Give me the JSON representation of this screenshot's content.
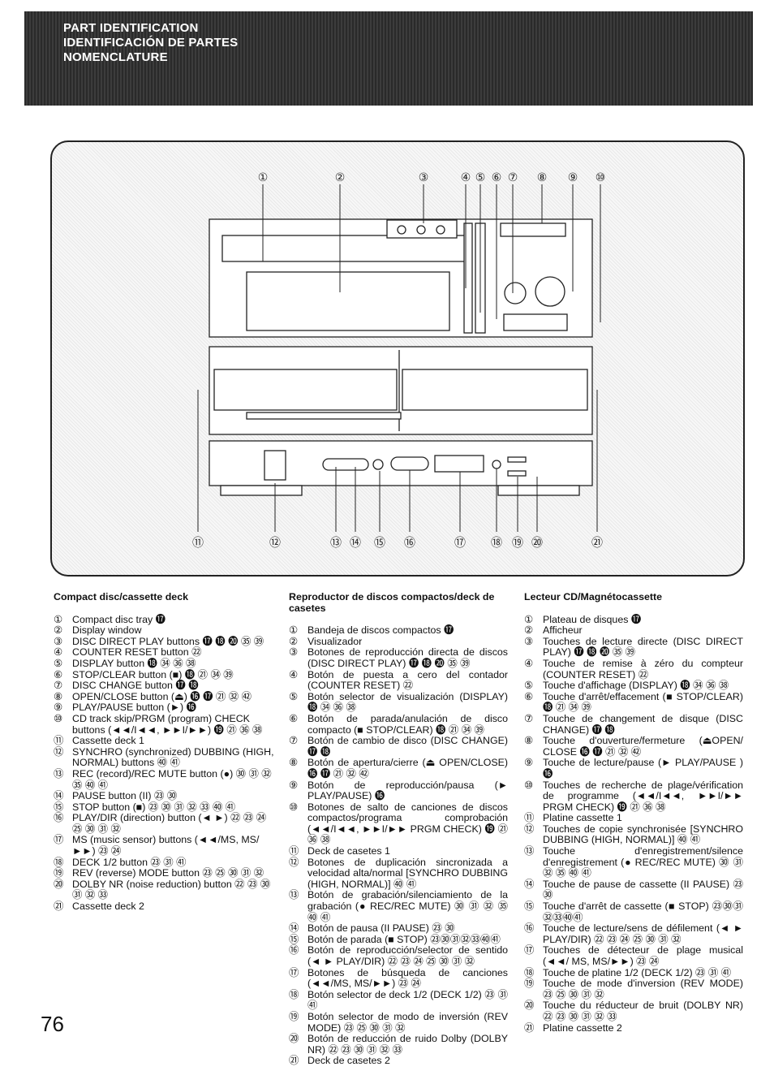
{
  "header": {
    "line1": "PART IDENTIFICATION",
    "line2": "IDENTIFICACIÓN DE PARTES",
    "line3": "NOMENCLATURE"
  },
  "figure": {
    "callouts_top": [
      "①",
      "②",
      "③",
      "④",
      "⑤",
      "⑥",
      "⑦",
      "⑧",
      "⑨",
      "⑩"
    ],
    "callouts_bottom": [
      "⑪",
      "⑫",
      "⑬",
      "⑭",
      "⑮",
      "⑯",
      "⑰",
      "⑱",
      "⑲",
      "⑳",
      "㉑"
    ]
  },
  "english": {
    "heading": "Compact disc/cassette deck",
    "items": [
      {
        "n": "①",
        "t": "Compact disc tray ⓱"
      },
      {
        "n": "②",
        "t": "Display window"
      },
      {
        "n": "③",
        "t": "DISC DIRECT PLAY buttons ⓱ ⓲ ⓴ ㉟ ㊴"
      },
      {
        "n": "④",
        "t": "COUNTER RESET button ㉒"
      },
      {
        "n": "⑤",
        "t": "DISPLAY button ⓲ ㉞ ㊱ ㊳"
      },
      {
        "n": "⑥",
        "t": "STOP/CLEAR button (■) ⓲ ㉑ ㉞ ㊴"
      },
      {
        "n": "⑦",
        "t": "DISC CHANGE button ⓱ ⓲"
      },
      {
        "n": "⑧",
        "t": "OPEN/CLOSE button (⏏) ⓰ ⓱ ㉑ ㉜ ㊷"
      },
      {
        "n": "⑨",
        "t": "PLAY/PAUSE button (►) ⓰"
      },
      {
        "n": "⑩",
        "t": "CD track skip/PRGM (program) CHECK buttons (◄◄/I◄◄, ►►I/►►) ⓳ ㉑ ㊱ ㊳"
      },
      {
        "n": "⑪",
        "t": "Cassette deck 1"
      },
      {
        "n": "⑫",
        "t": "SYNCHRO (synchronized) DUBBING (HIGH, NORMAL) buttons ㊵ ㊶"
      },
      {
        "n": "⑬",
        "t": "REC (record)/REC MUTE button (●) ㉚ ㉛ ㉜ ㉟ ㊵ ㊶"
      },
      {
        "n": "⑭",
        "t": "PAUSE button (II) ㉓ ㉚"
      },
      {
        "n": "⑮",
        "t": "STOP button (■) ㉓ ㉚ ㉛ ㉜ ㉝ ㊵ ㊶"
      },
      {
        "n": "⑯",
        "t": "PLAY/DIR (direction) button (◄ ►) ㉒ ㉓ ㉔ ㉕ ㉚ ㉛ ㉜"
      },
      {
        "n": "⑰",
        "t": "MS (music sensor) buttons (◄◄/MS, MS/►►) ㉓ ㉔"
      },
      {
        "n": "⑱",
        "t": "DECK 1/2 button ㉓ ㉛ ㊶"
      },
      {
        "n": "⑲",
        "t": "REV (reverse) MODE button ㉓ ㉕ ㉚ ㉛ ㉜"
      },
      {
        "n": "⑳",
        "t": "DOLBY NR (noise reduction) button ㉒ ㉓ ㉚ ㉛ ㉜ ㉝"
      },
      {
        "n": "㉑",
        "t": "Cassette deck 2"
      }
    ]
  },
  "spanish": {
    "heading": "Reproductor de discos compactos/deck de casetes",
    "items": [
      {
        "n": "①",
        "t": "Bandeja de discos compactos ⓱"
      },
      {
        "n": "②",
        "t": "Visualizador"
      },
      {
        "n": "③",
        "t": "Botones de reproducción directa de discos (DISC DIRECT PLAY) ⓱ ⓲ ⓴ ㉟ ㊴"
      },
      {
        "n": "④",
        "t": "Botón de puesta a cero del contador (COUNTER RESET) ㉒"
      },
      {
        "n": "⑤",
        "t": "Botón selector de visualización (DISPLAY) ⓲ ㉞ ㊱ ㊳"
      },
      {
        "n": "⑥",
        "t": "Botón de parada/anulación de disco compacto (■ STOP/CLEAR) ⓲ ㉑ ㉞ ㊴"
      },
      {
        "n": "⑦",
        "t": "Botón de cambio de disco (DISC CHANGE) ⓱ ⓲"
      },
      {
        "n": "⑧",
        "t": "Botón de apertura/cierre (⏏ OPEN/CLOSE) ⓰ ⓱ ㉑ ㉜ ㊷"
      },
      {
        "n": "⑨",
        "t": "Botón de reproducción/pausa (► PLAY/PAUSE) ⓰"
      },
      {
        "n": "⑩",
        "t": "Botones de salto de canciones de discos compactos/programa comprobación (◄◄/I◄◄, ►►I/►► PRGM CHECK) ⓳ ㉑ ㊱ ㊳"
      },
      {
        "n": "⑪",
        "t": "Deck de casetes 1"
      },
      {
        "n": "⑫",
        "t": "Botones de duplicación sincronizada a velocidad alta/normal [SYNCHRO DUBBING (HIGH, NORMAL)] ㊵ ㊶"
      },
      {
        "n": "⑬",
        "t": "Botón de grabación/silenciamiento de la grabación (● REC/REC MUTE) ㉚ ㉛ ㉜ ㉟ ㊵ ㊶"
      },
      {
        "n": "⑭",
        "t": "Botón de pausa (II PAUSE) ㉓ ㉚"
      },
      {
        "n": "⑮",
        "t": "Botón de parada (■ STOP) ㉓㉚㉛㉜㉝㊵㊶"
      },
      {
        "n": "⑯",
        "t": "Botón de reproducción/selector de sentido (◄ ► PLAY/DIR) ㉒ ㉓ ㉔ ㉕ ㉚ ㉛ ㉜"
      },
      {
        "n": "⑰",
        "t": "Botones de búsqueda de canciones (◄◄/MS, MS/►►) ㉓ ㉔"
      },
      {
        "n": "⑱",
        "t": "Botón selector de deck 1/2 (DECK 1/2) ㉓ ㉛ ㊶"
      },
      {
        "n": "⑲",
        "t": "Botón selector de modo de inversión (REV MODE) ㉓ ㉕ ㉚ ㉛ ㉜"
      },
      {
        "n": "⑳",
        "t": "Botón de reducción de ruido Dolby (DOLBY NR) ㉒ ㉓ ㉚ ㉛ ㉜ ㉝"
      },
      {
        "n": "㉑",
        "t": "Deck de casetes 2"
      }
    ]
  },
  "french": {
    "heading": "Lecteur CD/Magnétocassette",
    "items": [
      {
        "n": "①",
        "t": "Plateau de disques ⓱"
      },
      {
        "n": "②",
        "t": "Afficheur"
      },
      {
        "n": "③",
        "t": "Touches de lecture directe (DISC DIRECT PLAY) ⓱ ⓲ ⓴ ㉟ ㊴"
      },
      {
        "n": "④",
        "t": "Touche de remise à zéro du compteur (COUNTER RESET) ㉒"
      },
      {
        "n": "⑤",
        "t": "Touche d'affichage (DISPLAY) ⓲ ㉞ ㊱ ㊳"
      },
      {
        "n": "⑥",
        "t": "Touche d'arrêt/effacement (■ STOP/CLEAR) ⓲ ㉑ ㉞ ㊴"
      },
      {
        "n": "⑦",
        "t": "Touche de changement de disque (DISC CHANGE) ⓱ ⓲"
      },
      {
        "n": "⑧",
        "t": "Touche d'ouverture/fermeture (⏏OPEN/ CLOSE ⓰ ⓱ ㉑ ㉜ ㊷"
      },
      {
        "n": "⑨",
        "t": "Touche de lecture/pause (► PLAY/PAUSE ) ⓰"
      },
      {
        "n": "⑩",
        "t": "Touches de recherche de plage/vérification de programme (◄◄/I◄◄, ►►I/►► PRGM CHECK) ⓳ ㉑ ㊱ ㊳"
      },
      {
        "n": "⑪",
        "t": "Platine cassette 1"
      },
      {
        "n": "⑫",
        "t": "Touches de copie synchronisée [SYNCHRO DUBBING (HIGH, NORMAL)] ㊵ ㊶"
      },
      {
        "n": "⑬",
        "t": "Touche d'enregistrement/silence d'enregistrement (● REC/REC MUTE) ㉚ ㉛ ㉜ ㉟ ㊵ ㊶"
      },
      {
        "n": "⑭",
        "t": "Touche de pause de cassette (II PAUSE) ㉓ ㉚"
      },
      {
        "n": "⑮",
        "t": "Touche d'arrêt de cassette (■ STOP) ㉓㉚㉛ ㉜㉝㊵㊶"
      },
      {
        "n": "⑯",
        "t": "Touche de lecture/sens de défilement (◄ ► PLAY/DIR) ㉒ ㉓ ㉔ ㉕ ㉚ ㉛ ㉜"
      },
      {
        "n": "⑰",
        "t": "Touches de détecteur de plage musical (◄◄/ MS, MS/►►) ㉓ ㉔"
      },
      {
        "n": "⑱",
        "t": "Touche de platine 1/2 (DECK 1/2) ㉓ ㉛ ㊶"
      },
      {
        "n": "⑲",
        "t": "Touche de mode d'inversion (REV MODE) ㉓ ㉕ ㉚ ㉛ ㉜"
      },
      {
        "n": "⑳",
        "t": "Touche du réducteur de bruit (DOLBY NR) ㉒ ㉓ ㉚ ㉛ ㉜ ㉝"
      },
      {
        "n": "㉑",
        "t": "Platine cassette 2"
      }
    ]
  },
  "page_number": "76"
}
